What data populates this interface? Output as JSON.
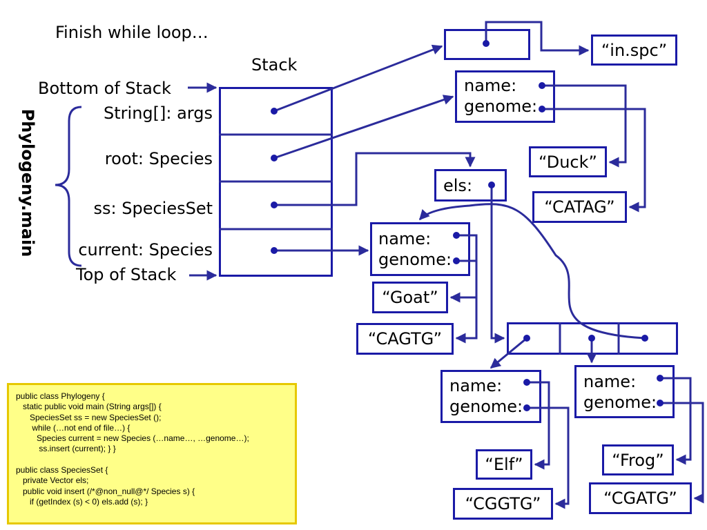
{
  "slide": {
    "title": "Finish while loop…",
    "stack_label": "Stack",
    "bottom_label": "Bottom of Stack",
    "top_label": "Top of Stack",
    "method_label": "Phylogeny.main",
    "frames": [
      {
        "label": "String[]: args"
      },
      {
        "label": "root: Species"
      },
      {
        "label": "ss: SpeciesSet"
      },
      {
        "label": "current: Species"
      }
    ]
  },
  "heap": {
    "args_string": "“in.spc”",
    "root_fields": "name:\ngenome:",
    "root_name": "“Duck”",
    "root_genome": "“CATAG”",
    "ss_field": "els:",
    "current_fields": "name:\ngenome:",
    "current_name": "“Goat”",
    "current_genome": "“CAGTG”",
    "elf_fields": "name:\ngenome:",
    "elf_name": "“Elf”",
    "elf_genome": "“CGGTG”",
    "frog_fields": "name:\ngenome:",
    "frog_name": "“Frog”",
    "frog_genome": "“CGATG”"
  },
  "code": {
    "lines": [
      "public class Phylogeny {",
      "   static public void main (String args[]) {",
      "      SpeciesSet ss = new SpeciesSet ();",
      "       while (…not end of file…) {",
      "         Species current = new Species (…name…, …genome…);",
      "          ss.insert (current); } }",
      "",
      "public class SpeciesSet {",
      "   private Vector els;",
      "   public void insert (/*@non_null@*/ Species s) {",
      "      if (getIndex (s) < 0) els.add (s); }"
    ]
  },
  "colors": {
    "line": "#2b2b9b",
    "border": "#1a1aa6",
    "dot": "#1a1aa6",
    "code_bg": "#ffff88",
    "code_border": "#e6c800"
  }
}
